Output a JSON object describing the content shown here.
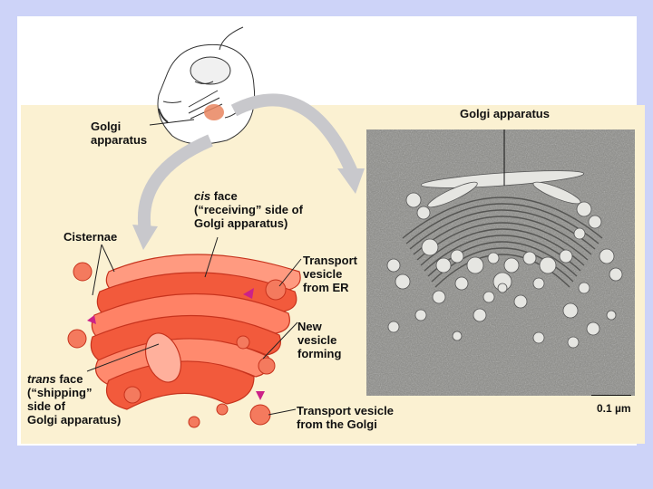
{
  "labels": {
    "golgi_cell_1": "Golgi",
    "golgi_cell_2": "apparatus",
    "golgi_top": "Golgi apparatus",
    "cis_1_em": "cis",
    "cis_1_rest": " face",
    "cis_2": "(“receiving” side of",
    "cis_3": "Golgi apparatus)",
    "cisternae": "Cisternae",
    "tv_er_1": "Transport",
    "tv_er_2": "vesicle",
    "tv_er_3": "from ER",
    "new_1": "New",
    "new_2": "vesicle",
    "new_3": "forming",
    "trans_1_em": "trans",
    "trans_1_rest": " face",
    "trans_2": "(“shipping”",
    "trans_3": "side of",
    "trans_4": "Golgi apparatus)",
    "tv_golgi_1": "Transport vesicle",
    "tv_golgi_2": "from the Golgi",
    "scale": "0.1 µm"
  },
  "colors": {
    "background": "#cdd3f8",
    "panel": "#fbf1d2",
    "golgi": "#f25a3c",
    "golgi_light": "#ff9a80",
    "vesicle": "#f47a5e",
    "arrow": "#c8c8cc",
    "micro_arrow": "#cc2288"
  }
}
